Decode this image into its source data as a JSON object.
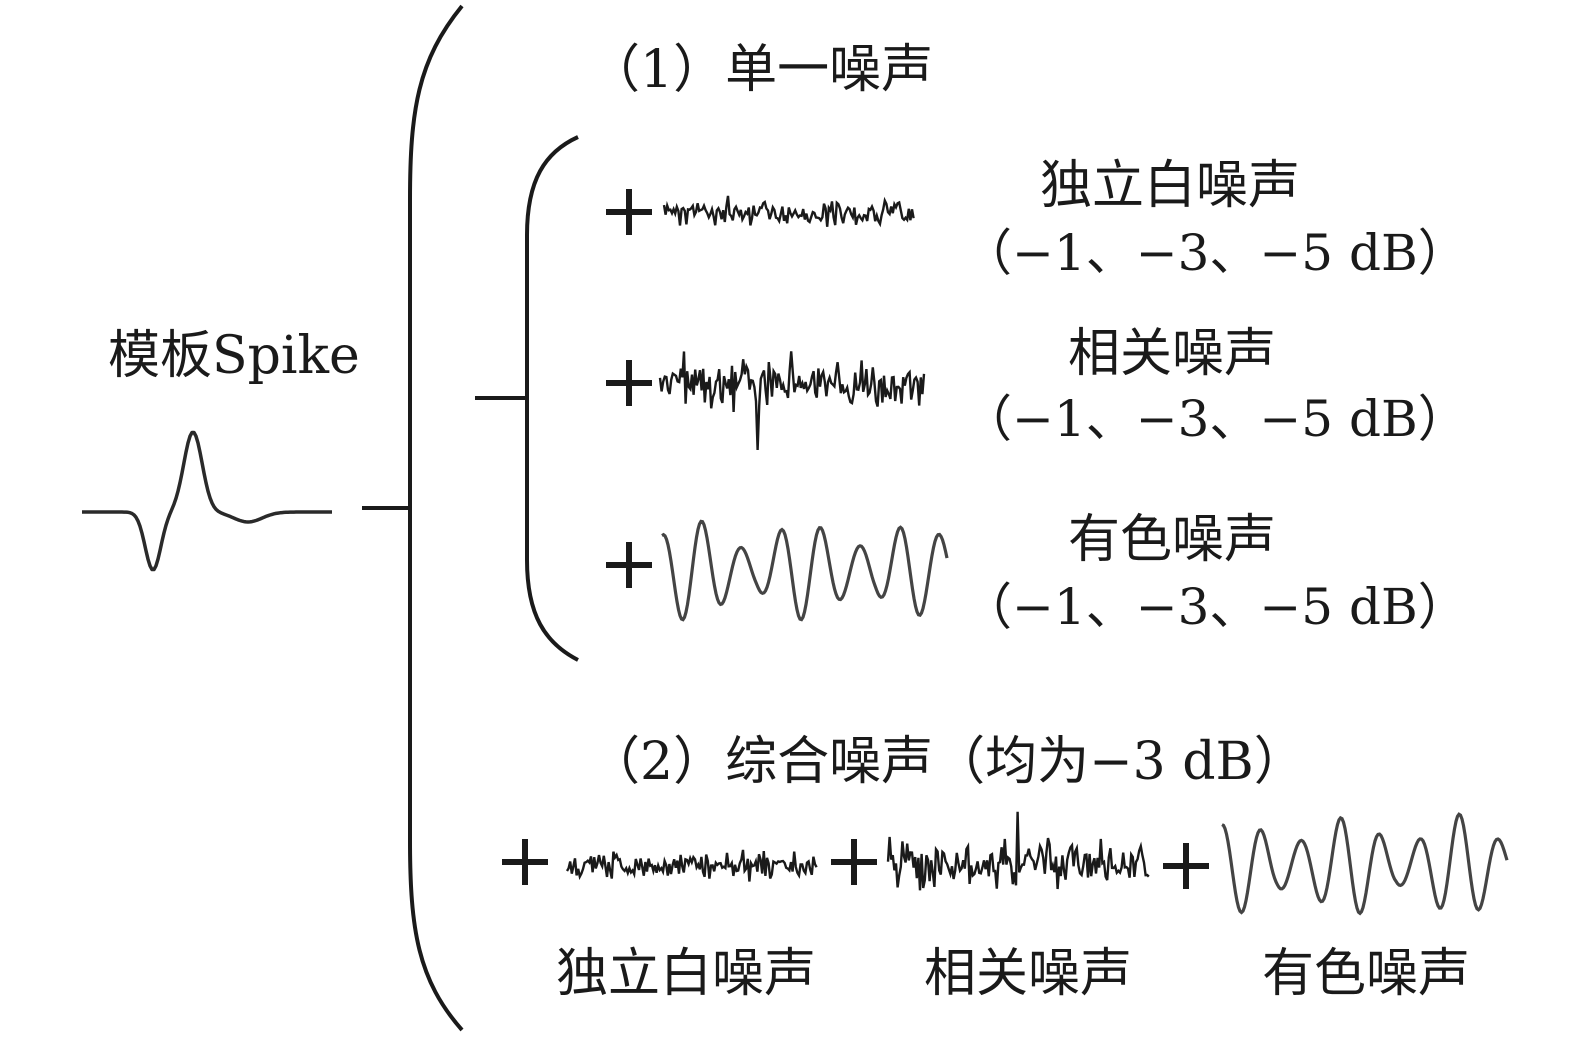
{
  "template": {
    "label": "模板Spike"
  },
  "section1": {
    "heading": "（1）单一噪声",
    "items": [
      {
        "name": "独立白噪声",
        "levels": "（−1、−3、−5 dB）",
        "kind": "white"
      },
      {
        "name": "相关噪声",
        "levels": "（−1、−3、−5 dB）",
        "kind": "correlated"
      },
      {
        "name": "有色噪声",
        "levels": "（−1、−3、−5 dB）",
        "kind": "colored"
      }
    ]
  },
  "section2": {
    "heading": "（2）综合噪声（均为−3 dB）",
    "items": [
      {
        "name": "独立白噪声",
        "kind": "white"
      },
      {
        "name": "相关噪声",
        "kind": "correlated"
      },
      {
        "name": "有色噪声",
        "kind": "colored"
      }
    ]
  },
  "plus_sign": "+",
  "colors": {
    "ink": "#1a1a1a",
    "colored_wave": "#444444"
  }
}
